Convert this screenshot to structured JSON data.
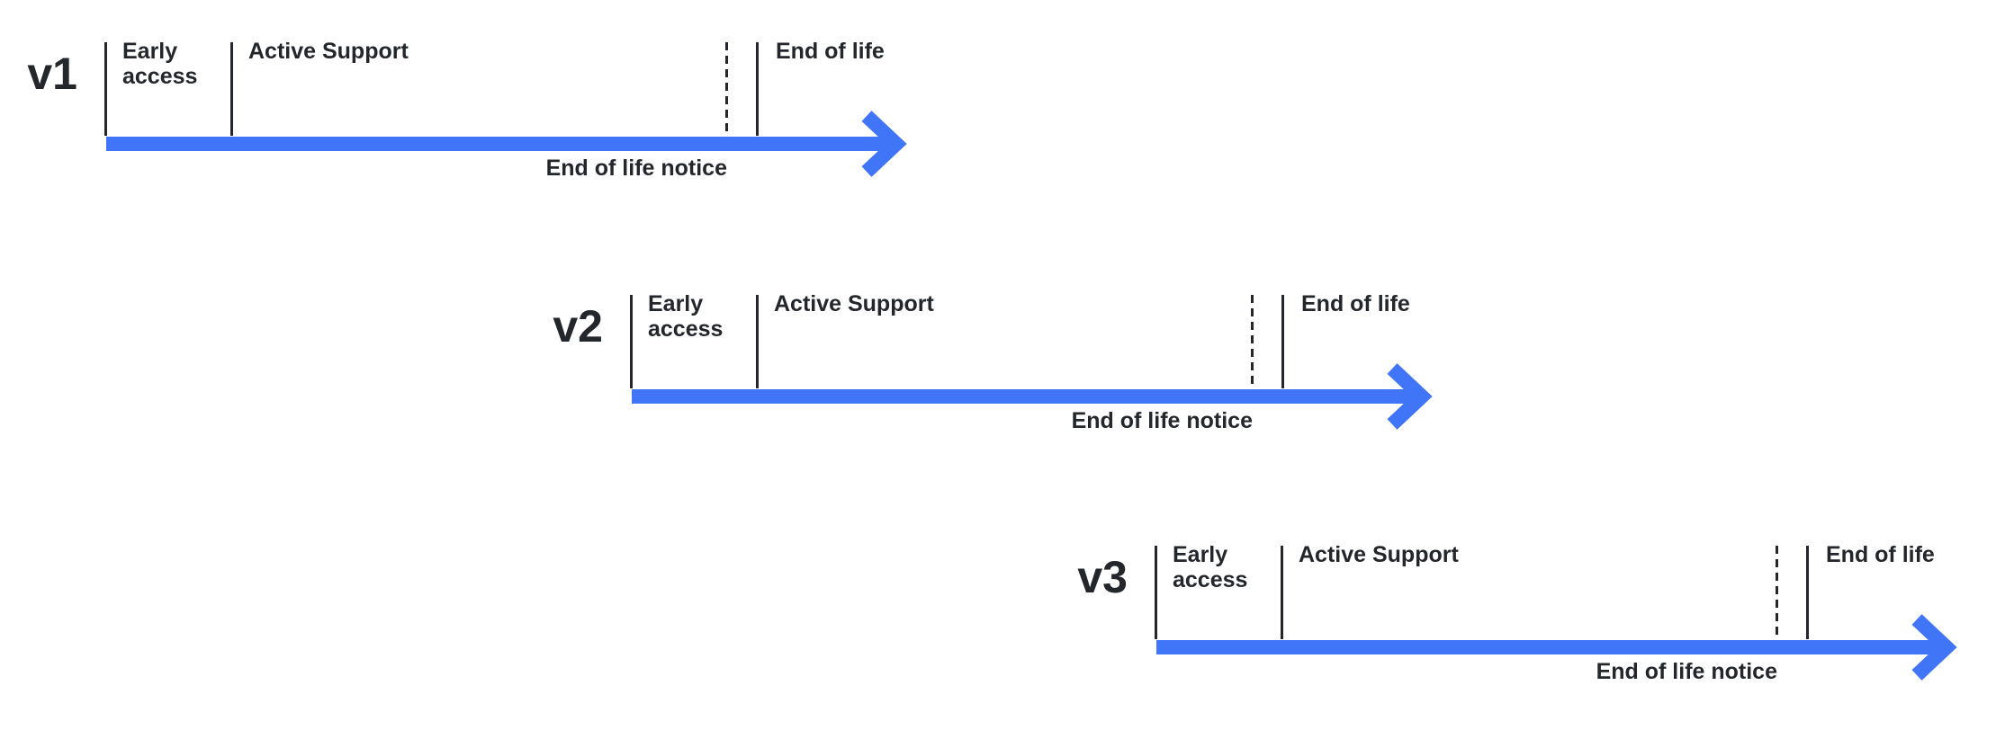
{
  "colors": {
    "accent": "#4175F8",
    "text": "#23272C"
  },
  "timelines": [
    {
      "version": "v1",
      "labels": {
        "early_access": "Early access",
        "active_support": "Active Support",
        "end_of_life": "End of life",
        "end_of_life_notice": "End of life notice"
      }
    },
    {
      "version": "v2",
      "labels": {
        "early_access": "Early access",
        "active_support": "Active Support",
        "end_of_life": "End of life",
        "end_of_life_notice": "End of life notice"
      }
    },
    {
      "version": "v3",
      "labels": {
        "early_access": "Early access",
        "active_support": "Active Support",
        "end_of_life": "End of life",
        "end_of_life_notice": "End of life notice"
      }
    }
  ]
}
